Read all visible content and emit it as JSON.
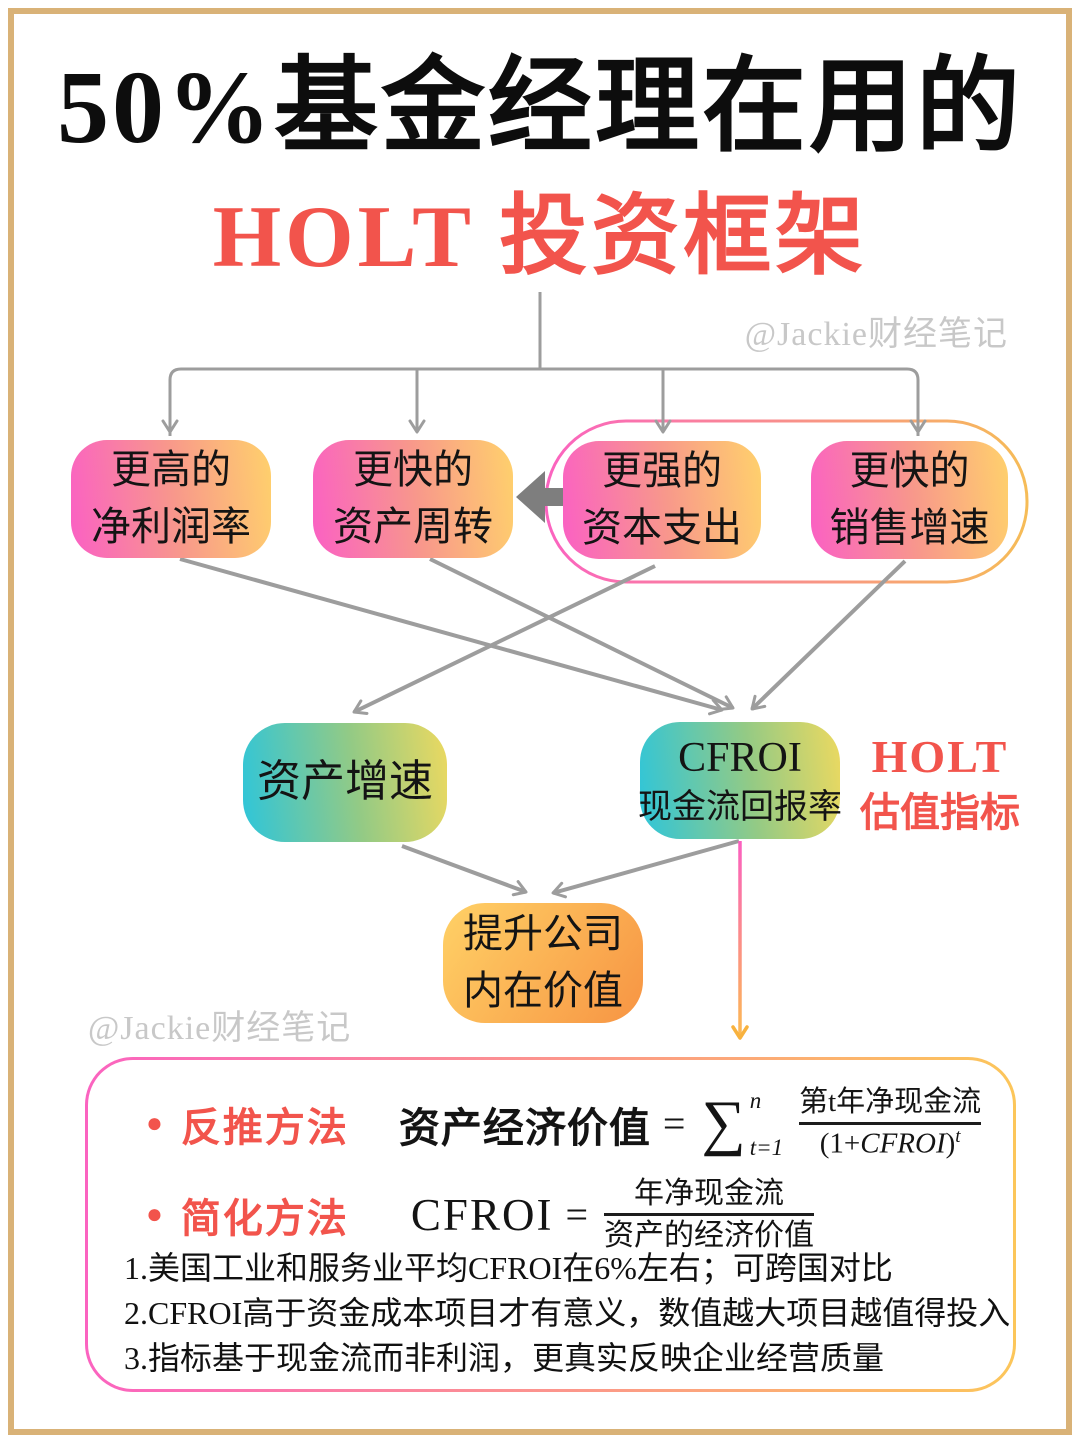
{
  "page": {
    "title": "50%基金经理在用的",
    "subtitle": "HOLT 投资框架",
    "watermark_top": "@Jackie财经笔记",
    "watermark_bottom": "@Jackie财经笔记"
  },
  "colors": {
    "accent_red": "#f2544c",
    "box_pink_left": "#fa60c4",
    "box_pink_right": "#ffd16c",
    "box_teal_left": "#2ec5da",
    "box_teal_right": "#ecd960",
    "box_orange_left": "#ffd166",
    "box_orange_right": "#f79443",
    "arrow_gray": "#9d9d9d",
    "frame_gold": "#d9b277",
    "watermark_gray": "#c8c8c8"
  },
  "boxes": {
    "row1": [
      {
        "line1": "更高的",
        "line2": "净利润率"
      },
      {
        "line1": "更快的",
        "line2": "资产周转"
      },
      {
        "line1": "更强的",
        "line2": "资本支出"
      },
      {
        "line1": "更快的",
        "line2": "销售增速"
      }
    ],
    "asset_growth": "资产增速",
    "cfroi": {
      "line1": "CFROI",
      "line2": "现金流回报率"
    },
    "holt_label": {
      "line1": "HOLT",
      "line2": "估值指标"
    },
    "intrinsic": {
      "line1": "提升公司",
      "line2": "内在价值"
    }
  },
  "formulas": {
    "method1": {
      "bullet": "●",
      "label": "反推方法",
      "lhs": "资产经济价值",
      "eq": "=",
      "sigma": "∑",
      "sigma_top": "n",
      "sigma_bottom": "t=1",
      "numerator": "第t年净现金流",
      "den_pre": "(1+",
      "den_var": "CFROI",
      "den_close": ")",
      "den_sup": "t"
    },
    "method2": {
      "bullet": "●",
      "label": "简化方法",
      "lhs": "CFROI",
      "eq": "=",
      "numerator": "年净现金流",
      "denominator": "资产的经济价值"
    }
  },
  "notes": [
    "1.美国工业和服务业平均CFROI在6%左右；可跨国对比",
    "2.CFROI高于资金成本项目才有意义，数值越大项目越值得投入",
    "3.指标基于现金流而非利润，更真实反映企业经营质量"
  ]
}
